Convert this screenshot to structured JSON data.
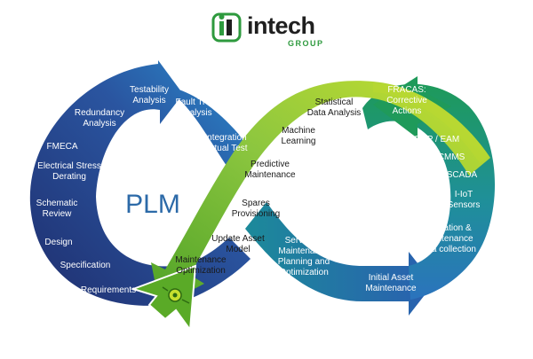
{
  "logo": {
    "name": "intech",
    "sub": "GROUP"
  },
  "center_label": "PLM",
  "left_loop": [
    [
      "Testability",
      "Analysis"
    ],
    [
      "Fault Tree",
      "Analysis"
    ],
    [
      "Redundancy",
      "Analysis"
    ],
    [
      "Integration",
      "Virtual Test"
    ],
    [
      "FMECA"
    ],
    [
      "Electrical Stress",
      "Derating"
    ],
    [
      "Schematic",
      "Review"
    ],
    [
      "Design"
    ],
    [
      "Specification"
    ],
    [
      "Requirements"
    ]
  ],
  "center_band": [
    [
      "Statistical",
      "Data Analysis"
    ],
    [
      "Machine",
      "Learning"
    ],
    [
      "Predictive",
      "Maintenance"
    ],
    [
      "Spares",
      "Provisioning"
    ],
    [
      "Update Asset",
      "Model"
    ],
    [
      "Maintenance",
      "Optimization"
    ]
  ],
  "right_loop": [
    [
      "FRACAS:",
      "Corrective",
      "Actions"
    ],
    [
      "ERP / EAM"
    ],
    [
      "CMMS"
    ],
    [
      "SCADA"
    ],
    [
      "I-IoT",
      "Sensors"
    ],
    [
      "Operation &",
      "Maintenance",
      "data collection"
    ],
    [
      "Initial Asset",
      "Maintenance"
    ],
    [
      "Service &",
      "Maintenance",
      "Planning and",
      "Optimization"
    ]
  ],
  "colors": {
    "navy": "#1f2e6e",
    "blue": "#2b73bd",
    "teal": "#1c9a8c",
    "green": "#5aaa27",
    "lime": "#c6df2e",
    "label": "#ffffff",
    "plm": "#2c6aa8"
  }
}
